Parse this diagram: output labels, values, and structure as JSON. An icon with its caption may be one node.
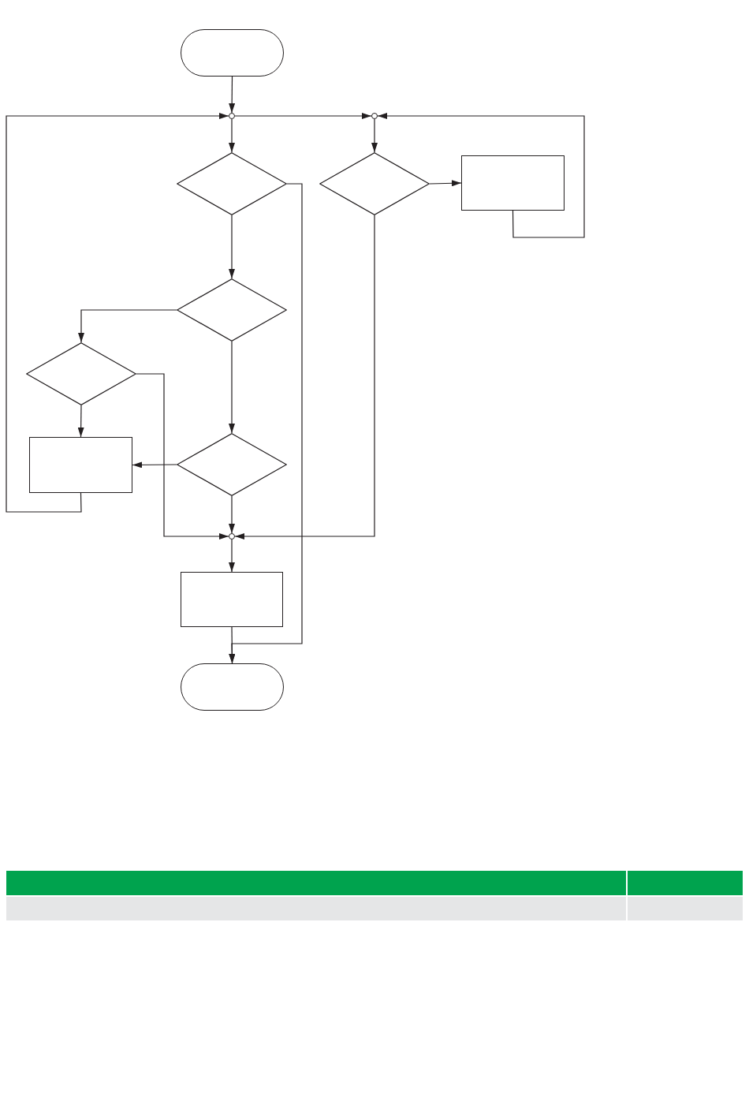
{
  "diagram": {
    "nodes": [
      {
        "text": [],
        "shape": "terminal"
      },
      {
        "text": [],
        "shape": "circle"
      },
      {
        "text": [],
        "shape": "circle"
      },
      {
        "text": [],
        "shape": "diamond"
      },
      {
        "text": [],
        "shape": "diamond"
      },
      {
        "text": [],
        "shape": "box"
      },
      {
        "text": [],
        "shape": "diamond"
      },
      {
        "text": [],
        "shape": "diamond"
      },
      {
        "text": [],
        "shape": "box"
      },
      {
        "text": [],
        "shape": "diamond"
      },
      {
        "text": [],
        "shape": "circle"
      },
      {
        "text": [],
        "shape": "box"
      },
      {
        "text": [],
        "shape": "terminal"
      }
    ],
    "edges": [
      {
        "from": 0,
        "to": 1,
        "arrow": "to"
      },
      {
        "from": 1,
        "to": 3,
        "arrow": "to"
      },
      {
        "from": 1,
        "to": 2,
        "arrow": "to"
      },
      {
        "from": 2,
        "to": 4,
        "arrow": "to"
      },
      {
        "from": 4,
        "to": 5,
        "arrow": "to"
      },
      {
        "from": 5,
        "to": 2,
        "arrow": "to"
      },
      {
        "from": 3,
        "to": 6,
        "arrow": "to"
      },
      {
        "from": 3,
        "to": 12,
        "arrow": "to"
      },
      {
        "from": 6,
        "to": 7,
        "arrow": "to"
      },
      {
        "from": 6,
        "to": 9,
        "arrow": "to"
      },
      {
        "from": 7,
        "to": 8,
        "arrow": "to"
      },
      {
        "from": 7,
        "to": 10,
        "arrow": "to"
      },
      {
        "from": 9,
        "to": 8,
        "arrow": "to"
      },
      {
        "from": 9,
        "to": 10,
        "arrow": "to"
      },
      {
        "from": 4,
        "to": 10,
        "arrow": "to"
      },
      {
        "from": 8,
        "to": 1,
        "arrow": "to"
      },
      {
        "from": 10,
        "to": 11,
        "arrow": "to"
      },
      {
        "from": 11,
        "to": 12,
        "arrow": "to"
      }
    ]
  }
}
